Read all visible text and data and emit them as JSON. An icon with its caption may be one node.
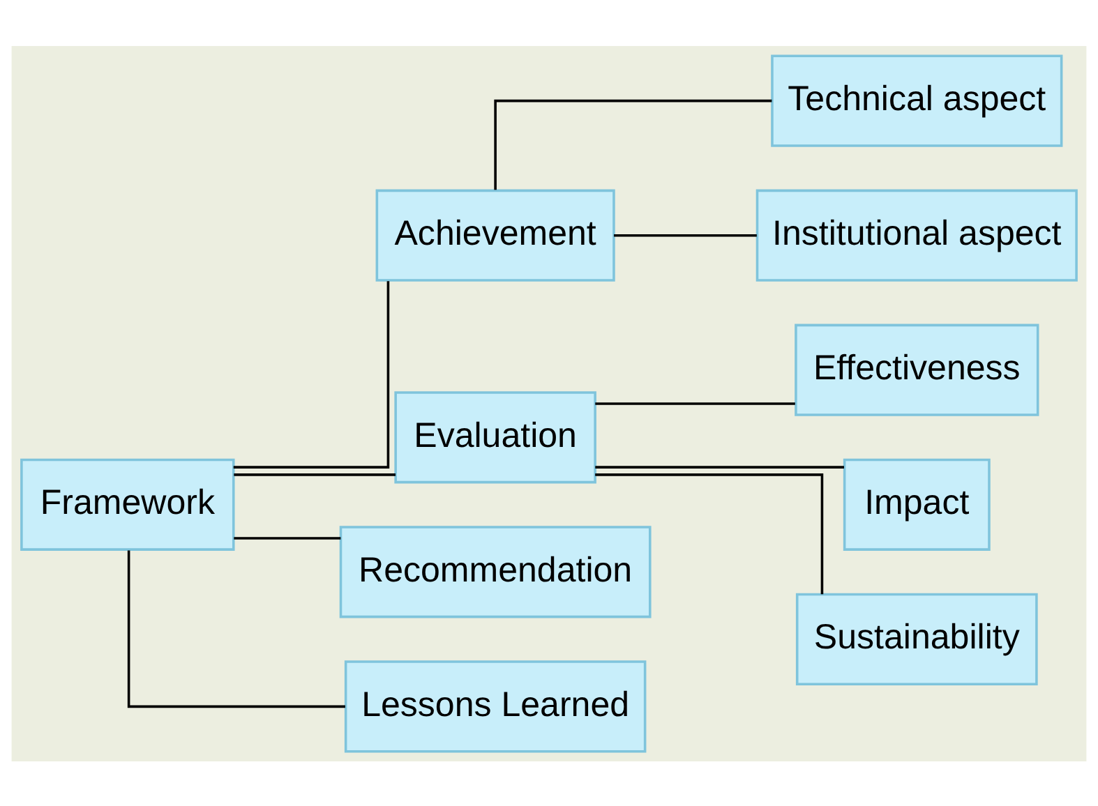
{
  "diagram": {
    "nodes": [
      {
        "text": [
          "Framework"
        ]
      },
      {
        "text": [
          "Achievement"
        ]
      },
      {
        "text": [
          "Technical aspect"
        ]
      },
      {
        "text": [
          "Institutional aspect"
        ]
      },
      {
        "text": [
          "Evaluation"
        ]
      },
      {
        "text": [
          "Effectiveness"
        ]
      },
      {
        "text": [
          "Impact"
        ]
      },
      {
        "text": [
          "Sustainability"
        ]
      },
      {
        "text": [
          "Recommendation"
        ]
      },
      {
        "text": [
          "Lessons Learned"
        ]
      }
    ],
    "edges": [
      {
        "from": 0,
        "to": 1,
        "arrow": "none"
      },
      {
        "from": 0,
        "to": 4,
        "arrow": "none"
      },
      {
        "from": 0,
        "to": 8,
        "arrow": "none"
      },
      {
        "from": 0,
        "to": 9,
        "arrow": "none"
      },
      {
        "from": 1,
        "to": 2,
        "arrow": "none"
      },
      {
        "from": 1,
        "to": 3,
        "arrow": "none"
      },
      {
        "from": 4,
        "to": 5,
        "arrow": "none"
      },
      {
        "from": 4,
        "to": 6,
        "arrow": "none"
      },
      {
        "from": 4,
        "to": 7,
        "arrow": "none"
      }
    ]
  }
}
